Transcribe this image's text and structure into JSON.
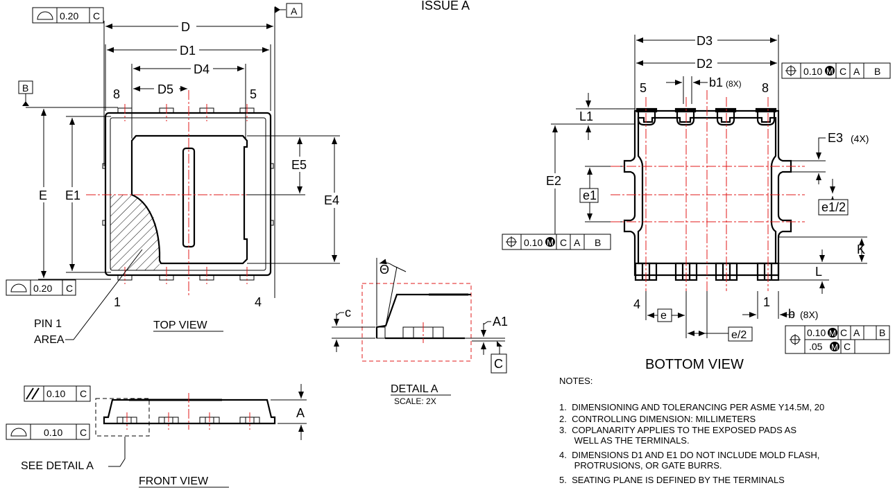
{
  "header": {
    "issue": "ISSUE A"
  },
  "datums": {
    "a": "A",
    "b": "B",
    "c": "C"
  },
  "top_view": {
    "title": "TOP VIEW",
    "dims": {
      "d": "D",
      "d1": "D1",
      "d4": "D4",
      "d5": "D5",
      "e": "E",
      "e1": "E1",
      "e4": "E4",
      "e5": "E5"
    },
    "pins": {
      "p8": "8",
      "p5": "5",
      "p1": "1",
      "p4": "4"
    },
    "pin1_area": [
      "PIN 1",
      "AREA"
    ],
    "tol_top": {
      "value": "0.20",
      "datum": "C"
    },
    "tol_bottom": {
      "value": "0.20",
      "datum": "C"
    }
  },
  "detail": {
    "title": "DETAIL A",
    "scale": "SCALE: 2X",
    "theta": "Θ",
    "c": "c",
    "a1": "A1",
    "datum": "C"
  },
  "front_view": {
    "title": "FRONT VIEW",
    "see_detail": "SEE DETAIL A",
    "dim_a": "A",
    "tol_parallel": {
      "value": "0.10",
      "datum": "C"
    },
    "tol_flat": {
      "value": "0.10",
      "datum": "C"
    }
  },
  "bottom_view": {
    "title": "BOTTOM VIEW",
    "dims": {
      "d3": "D3",
      "d2": "D2",
      "b1": "b1",
      "b1_count": "(8X)",
      "l1": "L1",
      "e2": "E2",
      "e3": "E3",
      "e3_count": "(4X)",
      "e1": "e1",
      "e1_half": "e1/2",
      "k": "K",
      "l": "L",
      "e": "e",
      "e_half": "e/2",
      "b": "b",
      "b_count": "(8X)"
    },
    "pins": {
      "p5": "5",
      "p8": "8",
      "p4": "4",
      "p1": "1"
    },
    "fcf_top": {
      "value": "0.10",
      "mod": "M",
      "datums": [
        "C",
        "A",
        "B"
      ]
    },
    "fcf_left": {
      "value": "0.10",
      "mod": "M",
      "datums": [
        "C",
        "A",
        "B"
      ]
    },
    "fcf_bottom": {
      "value": "0.10",
      "mod": "M",
      "datums": [
        "C",
        "A",
        "B"
      ],
      "value2": ".05",
      "mod2": "M",
      "datum2": "C"
    }
  },
  "notes": {
    "title": "NOTES:",
    "items": [
      "1.  DIMENSIONING AND TOLERANCING PER ASME Y14.5M, 20",
      "2.  CONTROLLING DIMENSION: MILLIMETERS",
      "3.  COPLANARITY APPLIES TO THE EXPOSED PADS AS\n      WELL AS THE TERMINALS.",
      "4.  DIMENSIONS D1 AND E1 DO NOT INCLUDE MOLD FLASH,\n      PROTRUSIONS, OR GATE BURRS.",
      "5.  SEATING PLANE IS DEFINED BY THE TERMINALS"
    ]
  }
}
